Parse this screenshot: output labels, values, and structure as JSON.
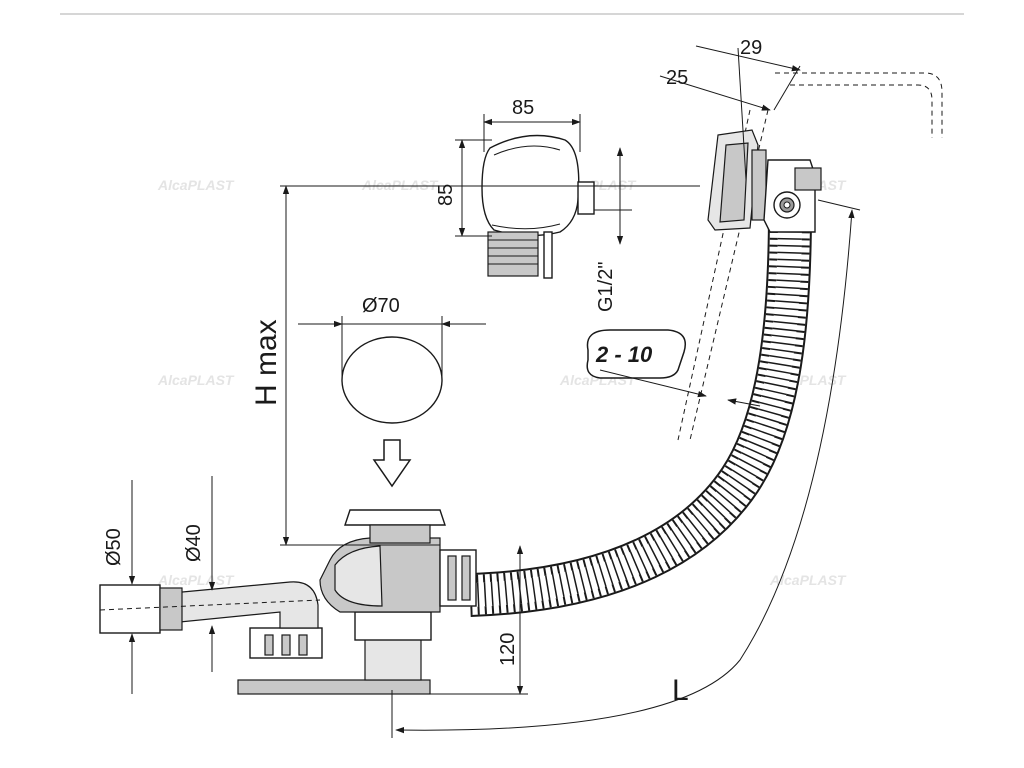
{
  "dimensions": {
    "d29": "29",
    "d25": "25",
    "d85_width": "85",
    "d85_height": "85",
    "thread": "G1/2\"",
    "h_max": "H max",
    "d70": "Ø70",
    "range": "2 - 10",
    "d50": "Ø50",
    "d40": "Ø40",
    "d120": "120",
    "length": "L"
  },
  "watermark": {
    "brand": "AlcaPLAST",
    "registered": "®"
  },
  "colors": {
    "line": "#1a1a1a",
    "fill_gray": "#c8c8c8",
    "fill_light": "#e6e6e6",
    "watermark": "#e4e4e4"
  }
}
